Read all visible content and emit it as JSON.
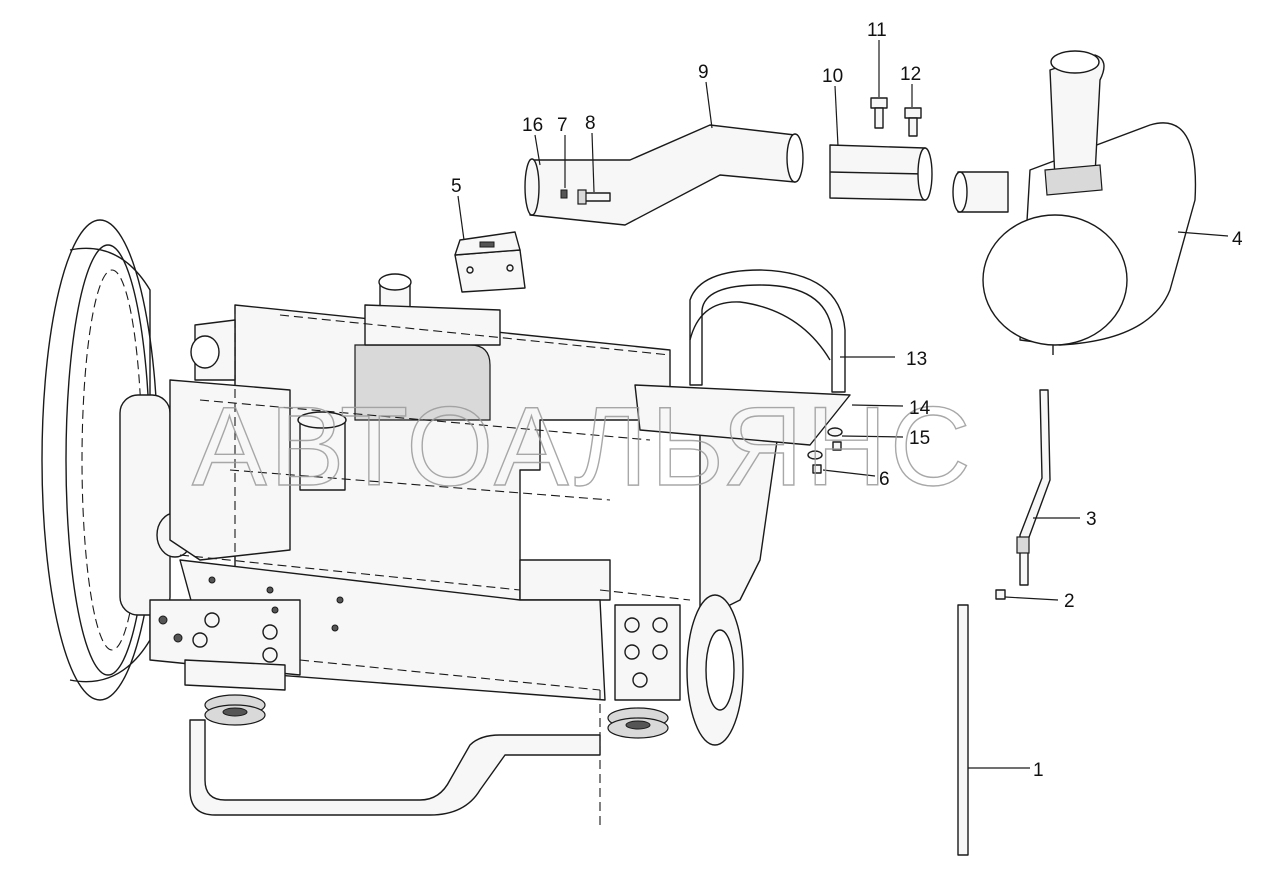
{
  "watermark": "АВТОАЛЬЯНС",
  "callouts": [
    {
      "id": "1",
      "label": "1"
    },
    {
      "id": "2",
      "label": "2"
    },
    {
      "id": "3",
      "label": "3"
    },
    {
      "id": "4",
      "label": "4"
    },
    {
      "id": "5",
      "label": "5"
    },
    {
      "id": "6",
      "label": "6"
    },
    {
      "id": "7",
      "label": "7"
    },
    {
      "id": "8",
      "label": "8"
    },
    {
      "id": "9",
      "label": "9"
    },
    {
      "id": "10",
      "label": "10"
    },
    {
      "id": "11",
      "label": "11"
    },
    {
      "id": "12",
      "label": "12"
    },
    {
      "id": "13",
      "label": "13"
    },
    {
      "id": "14",
      "label": "14"
    },
    {
      "id": "15",
      "label": "15"
    },
    {
      "id": "16",
      "label": "16"
    }
  ]
}
